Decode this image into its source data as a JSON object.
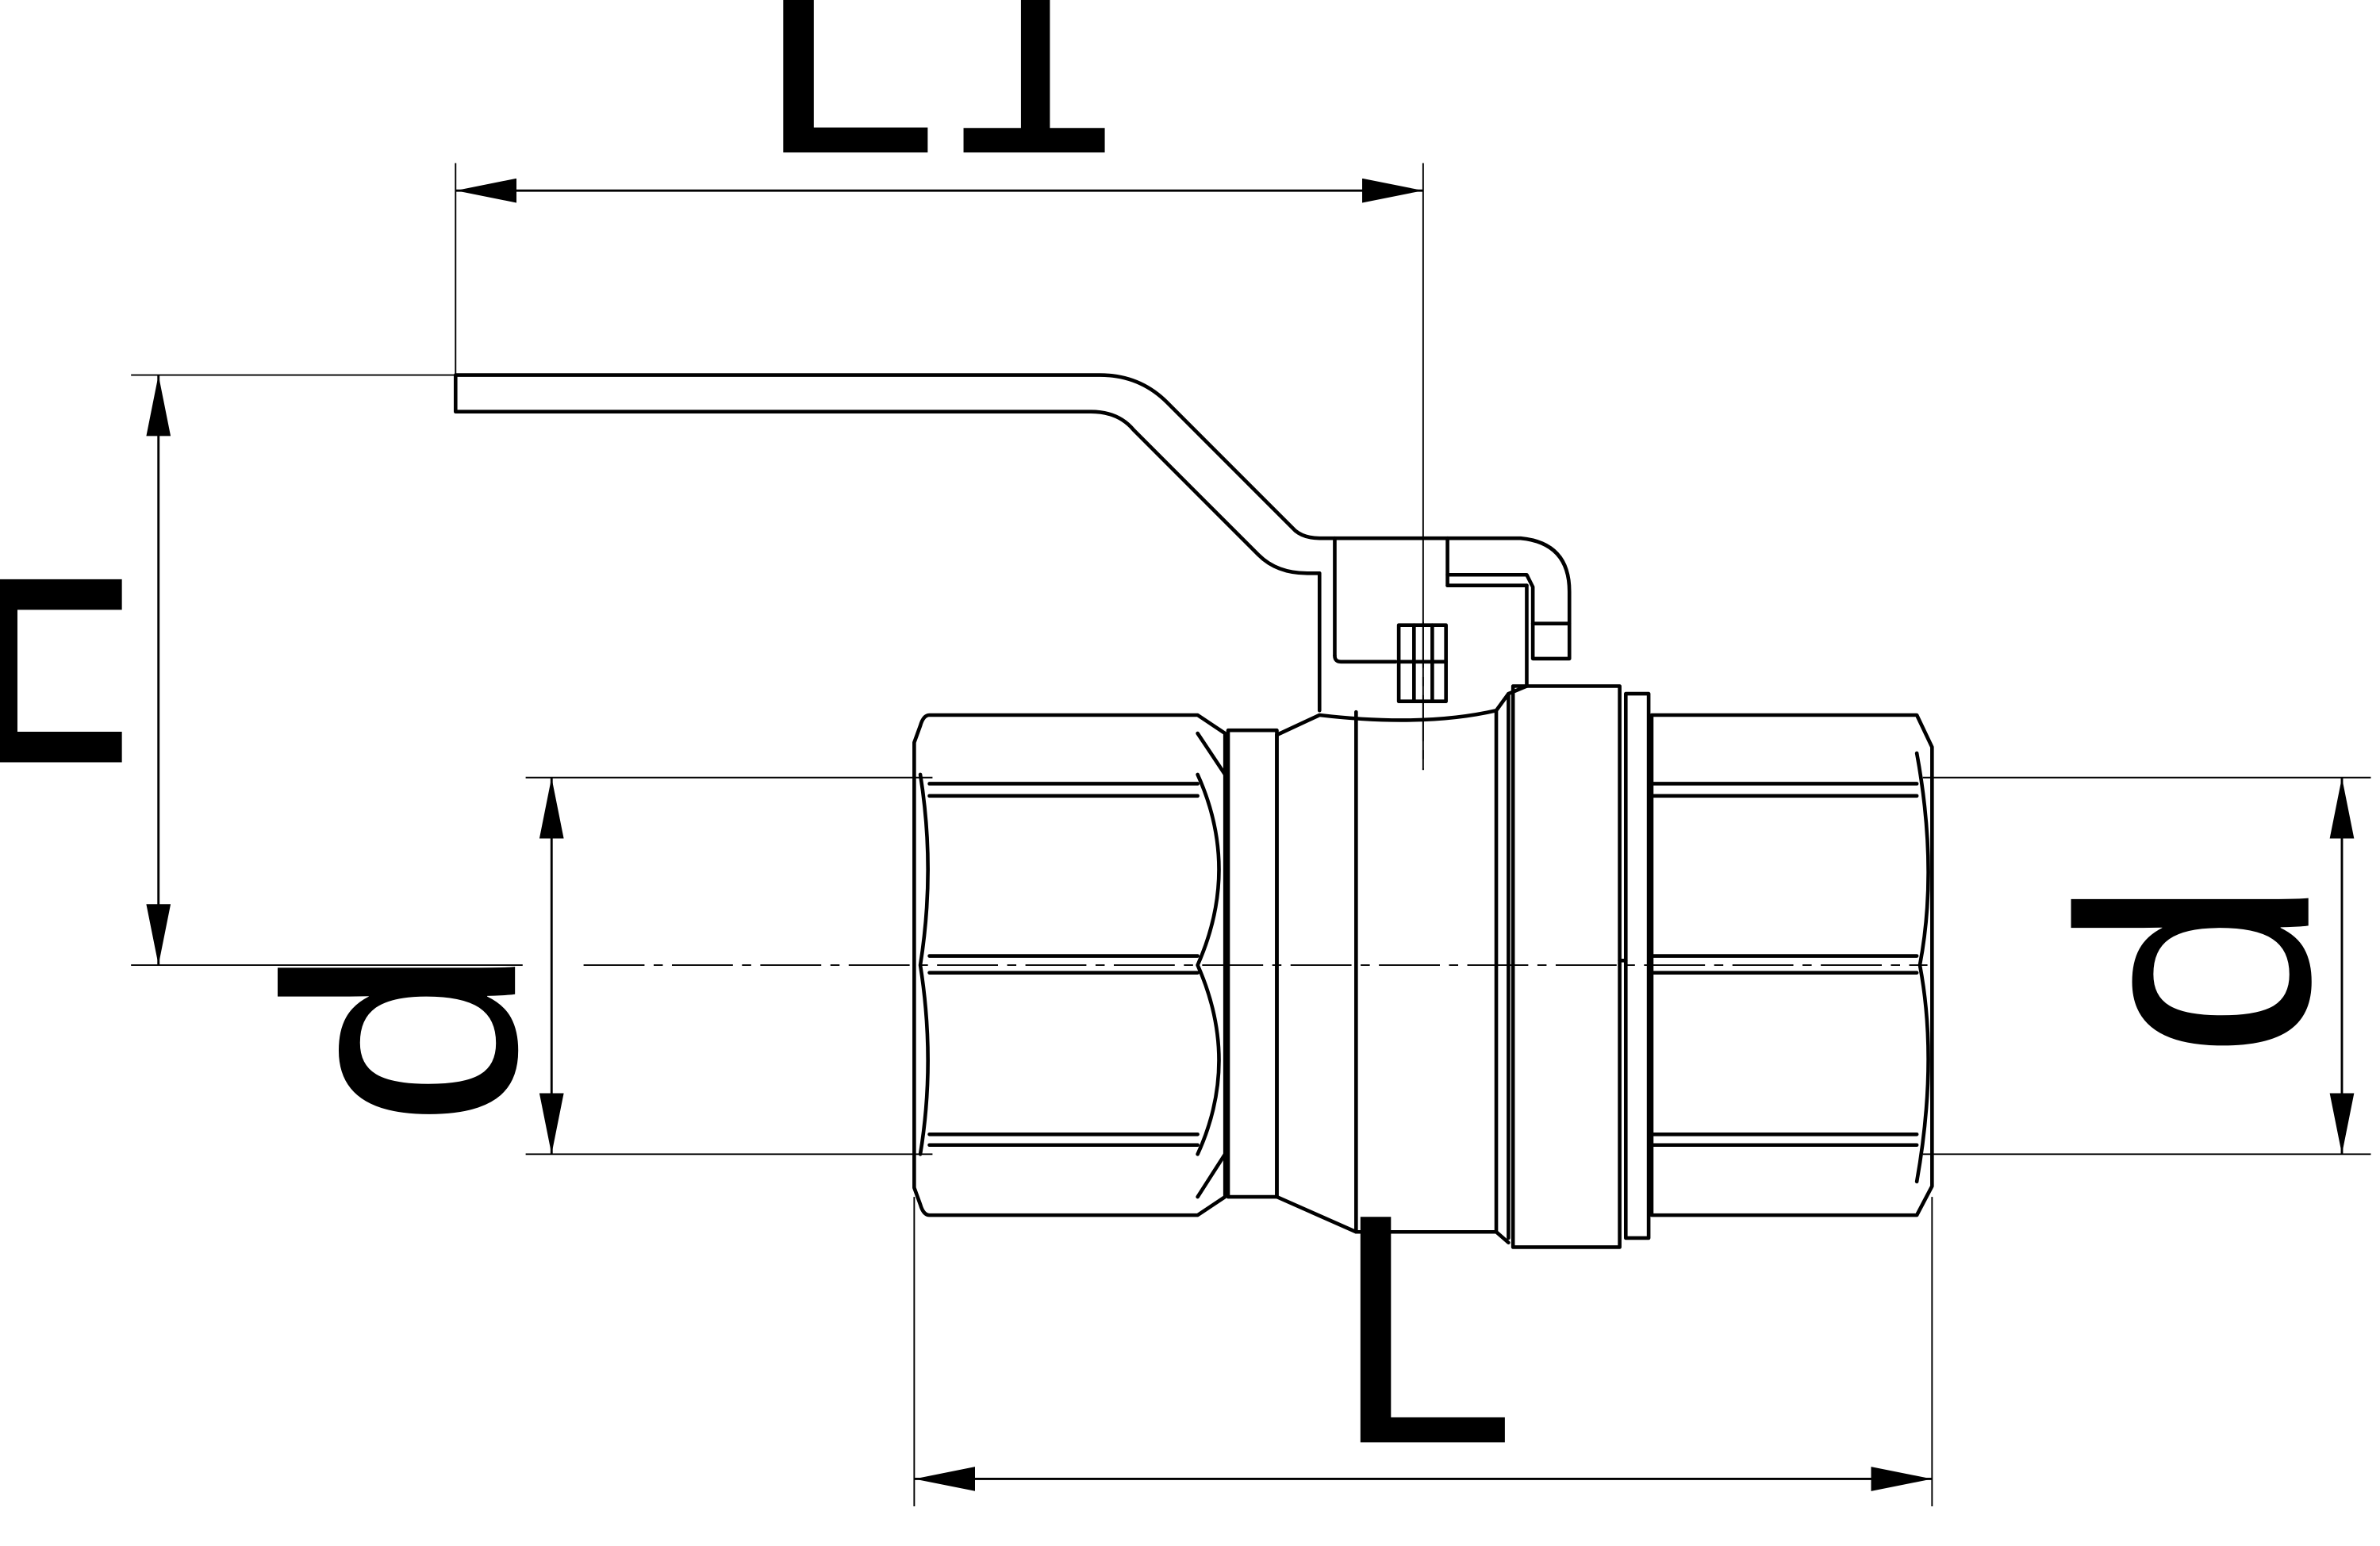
{
  "drawing": {
    "labels": {
      "L1": "L1",
      "H": "H",
      "d_left": "d",
      "d_right": "d",
      "L": "L"
    },
    "colors": {
      "line": "#000000",
      "background": "#ffffff"
    }
  }
}
